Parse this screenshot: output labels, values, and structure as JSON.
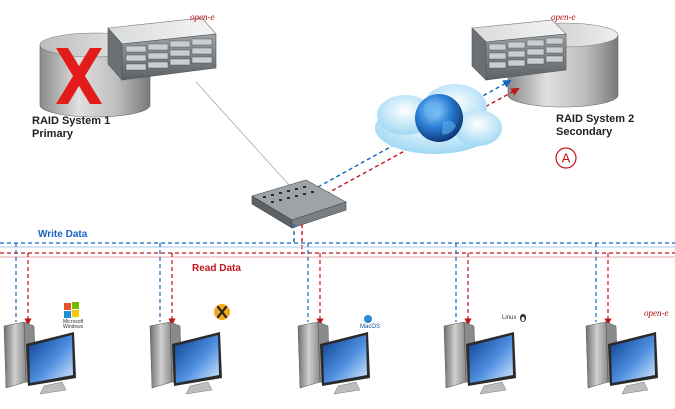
{
  "vendor_logo": "open-e",
  "raid_primary": {
    "line1": "RAID System 1",
    "line2": "Primary",
    "status": "failed"
  },
  "raid_secondary": {
    "line1": "RAID System 2",
    "line2": "Secondary",
    "badge": "A"
  },
  "write_label": "Write Data",
  "read_label": "Read Data",
  "colors": {
    "write": "#1565c0",
    "read": "#c0161b",
    "fail": "#e41b1b"
  },
  "clients": [
    {
      "os_icon": "windows-logo-icon",
      "os_text": "Microsoft Windows"
    },
    {
      "os_icon": "x-logo-icon",
      "os_text": ""
    },
    {
      "os_icon": "macos-logo-icon",
      "os_text": "MacOS"
    },
    {
      "os_icon": "linux-logo-icon",
      "os_text": "Linux"
    },
    {
      "os_icon": "open-e-logo-icon",
      "os_text": "open-e"
    }
  ]
}
